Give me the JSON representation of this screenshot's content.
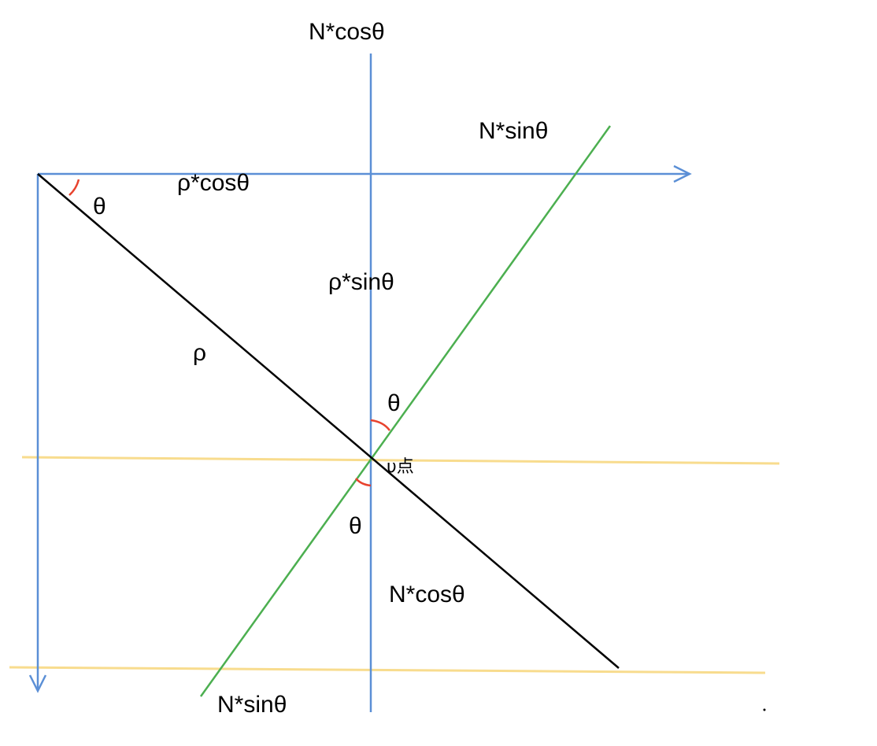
{
  "labels": {
    "n_cos_top": "N*cosθ",
    "n_sin_top": "N*sinθ",
    "rho_cos": "ρ*cosθ",
    "theta_origin": "θ",
    "rho_sin": "ρ*sinθ",
    "rho": "ρ",
    "theta_upper": "θ",
    "u_point": "υ点",
    "theta_lower": "θ",
    "n_cos_bottom": "N*cosθ",
    "n_sin_bottom": "N*sinθ"
  },
  "colors": {
    "axis": "#5b8fd6",
    "rho_line": "#000000",
    "green_line": "#4caf50",
    "yellow_line": "#f8dc8e",
    "angle_arc": "#e8432e"
  }
}
